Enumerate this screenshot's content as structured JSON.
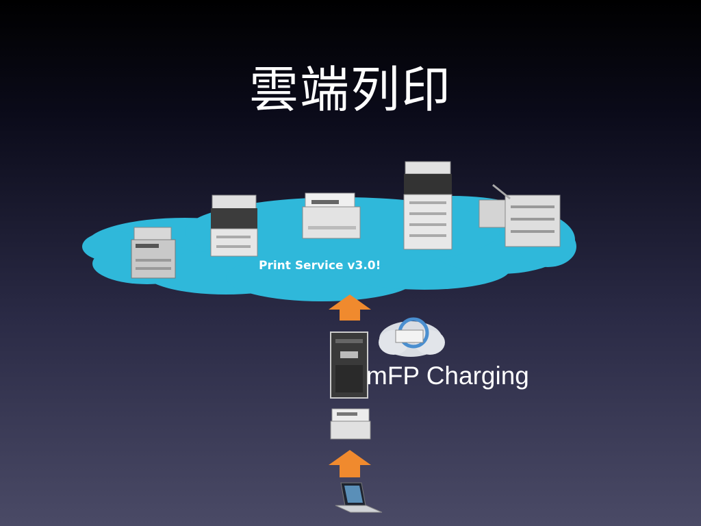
{
  "slide": {
    "title": "雲端列印",
    "cloud_label": "Print Service v3.0!",
    "charging_label": "mFP Charging",
    "colors": {
      "cloud": "#2fb8da",
      "arrow": "#f08a2e",
      "text": "#ffffff"
    }
  }
}
